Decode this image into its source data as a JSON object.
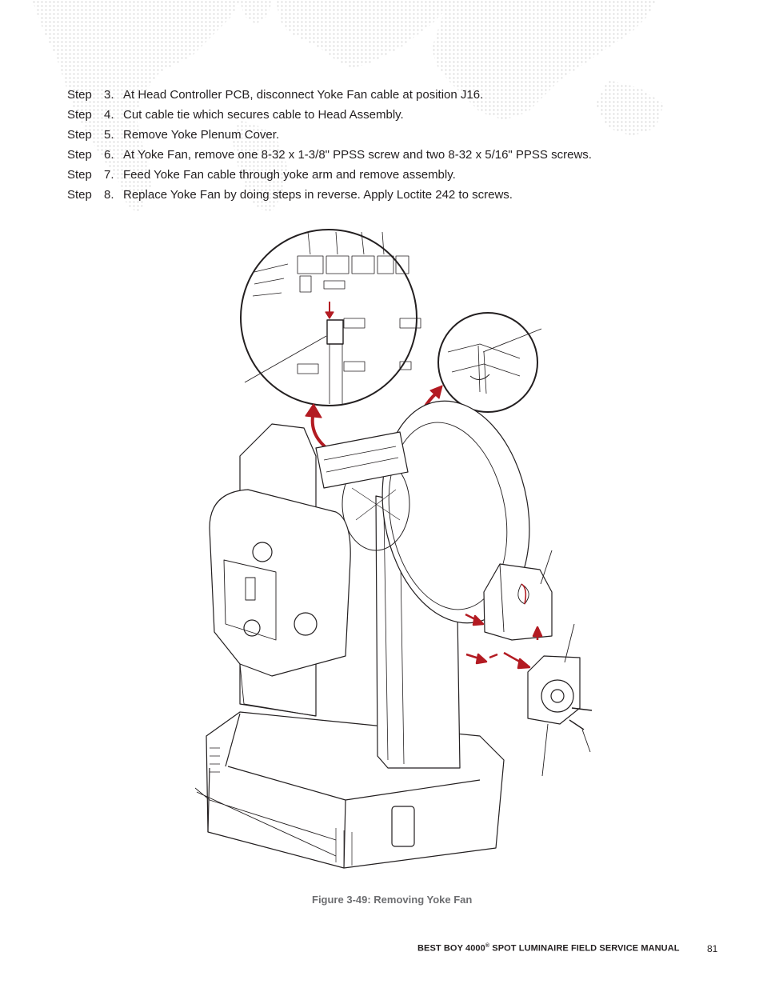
{
  "steps": [
    {
      "word": "Step",
      "number": "3.",
      "text": "At Head Controller PCB, disconnect Yoke Fan cable at position J16."
    },
    {
      "word": "Step",
      "number": "4.",
      "text": "Cut cable tie which secures cable to Head Assembly."
    },
    {
      "word": "Step",
      "number": "5.",
      "text": "Remove Yoke Plenum Cover."
    },
    {
      "word": "Step",
      "number": "6.",
      "text": "At Yoke Fan, remove one 8-32 x 1-3/8\" PPSS screw and two 8-32 x 5/16\" PPSS screws."
    },
    {
      "word": "Step",
      "number": "7.",
      "text": "Feed Yoke Fan cable through yoke arm and remove assembly."
    },
    {
      "word": "Step",
      "number": "8.",
      "text": "Replace Yoke Fan by doing steps in reverse. Apply Loctite 242 to screws."
    }
  ],
  "figure": {
    "caption": "Figure 3-49:  Removing Yoke Fan",
    "arrow_color": "#b31b22"
  },
  "footer": {
    "title_prefix": "BEST BOY 4000",
    "title_mark": "®",
    "title_suffix": " SPOT LUMINAIRE FIELD SERVICE MANUAL",
    "page_number": "81"
  },
  "colors": {
    "text": "#231f20",
    "caption": "#6d6e71",
    "map_dots": "#d9d9d9"
  }
}
